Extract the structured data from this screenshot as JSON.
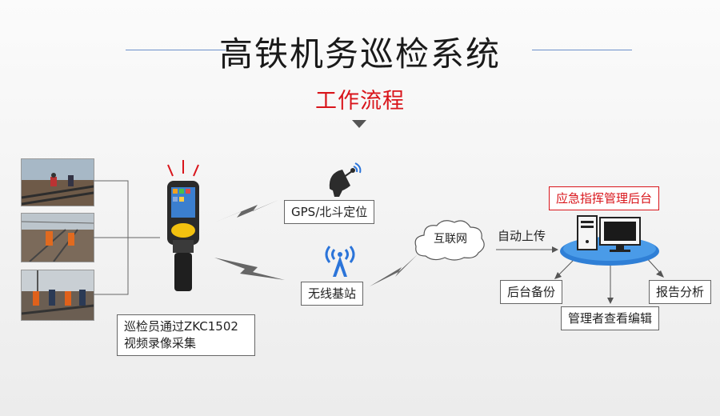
{
  "title": "高铁机务巡检系统",
  "subtitle": "工作流程",
  "device_caption": {
    "line1": "巡检员通过ZKC1502",
    "line2": "视频录像采集"
  },
  "nodes": {
    "gps": "GPS/北斗定位",
    "base_station": "无线基站",
    "internet": "互联网",
    "upload": "自动上传",
    "command_center": "应急指挥管理后台",
    "backup": "后台备份",
    "report": "报告分析",
    "edit": "管理者查看编辑"
  },
  "colors": {
    "accent_red": "#d9151b",
    "title_line": "#6b8fc9",
    "platform_blue": "#2f7fd6",
    "signal_blue": "#2b74d9",
    "device_yellow": "#f2c10f"
  },
  "icons": {
    "satellite": "satellite-dish-icon",
    "tower": "radio-tower-icon",
    "cloud": "cloud-icon",
    "computer": "desktop-computer-icon"
  }
}
